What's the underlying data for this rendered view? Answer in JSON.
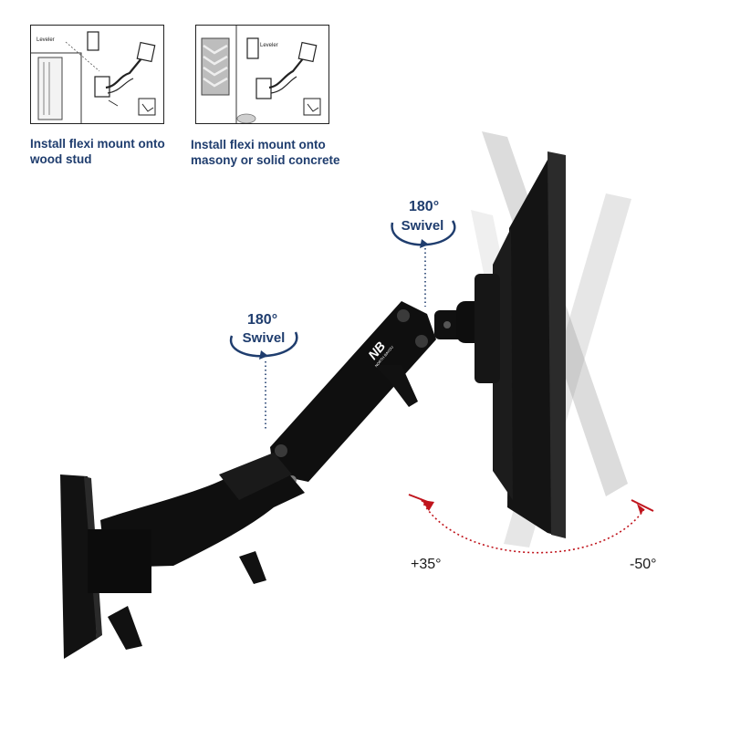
{
  "panel_left": {
    "caption_line1": "Install flexi mount onto",
    "caption_line2": "wood stud",
    "leveler_label": "Leveler"
  },
  "panel_right": {
    "caption_line1": "Install flexi mount onto",
    "caption_line2": "masony or solid concrete",
    "leveler_label": "Leveler"
  },
  "swivel_upper": {
    "degrees": "180°",
    "label": "Swivel"
  },
  "swivel_lower": {
    "degrees": "180°",
    "label": "Swivel"
  },
  "tilt": {
    "positive": "+35°",
    "negative": "-50°"
  },
  "brand": {
    "logo_text": "NB",
    "logo_subtext": "NORTH BAYOU"
  },
  "colors": {
    "accent_blue": "#1f3d6e",
    "tilt_red": "#c0141c",
    "mount_black": "#0d0d0d"
  }
}
